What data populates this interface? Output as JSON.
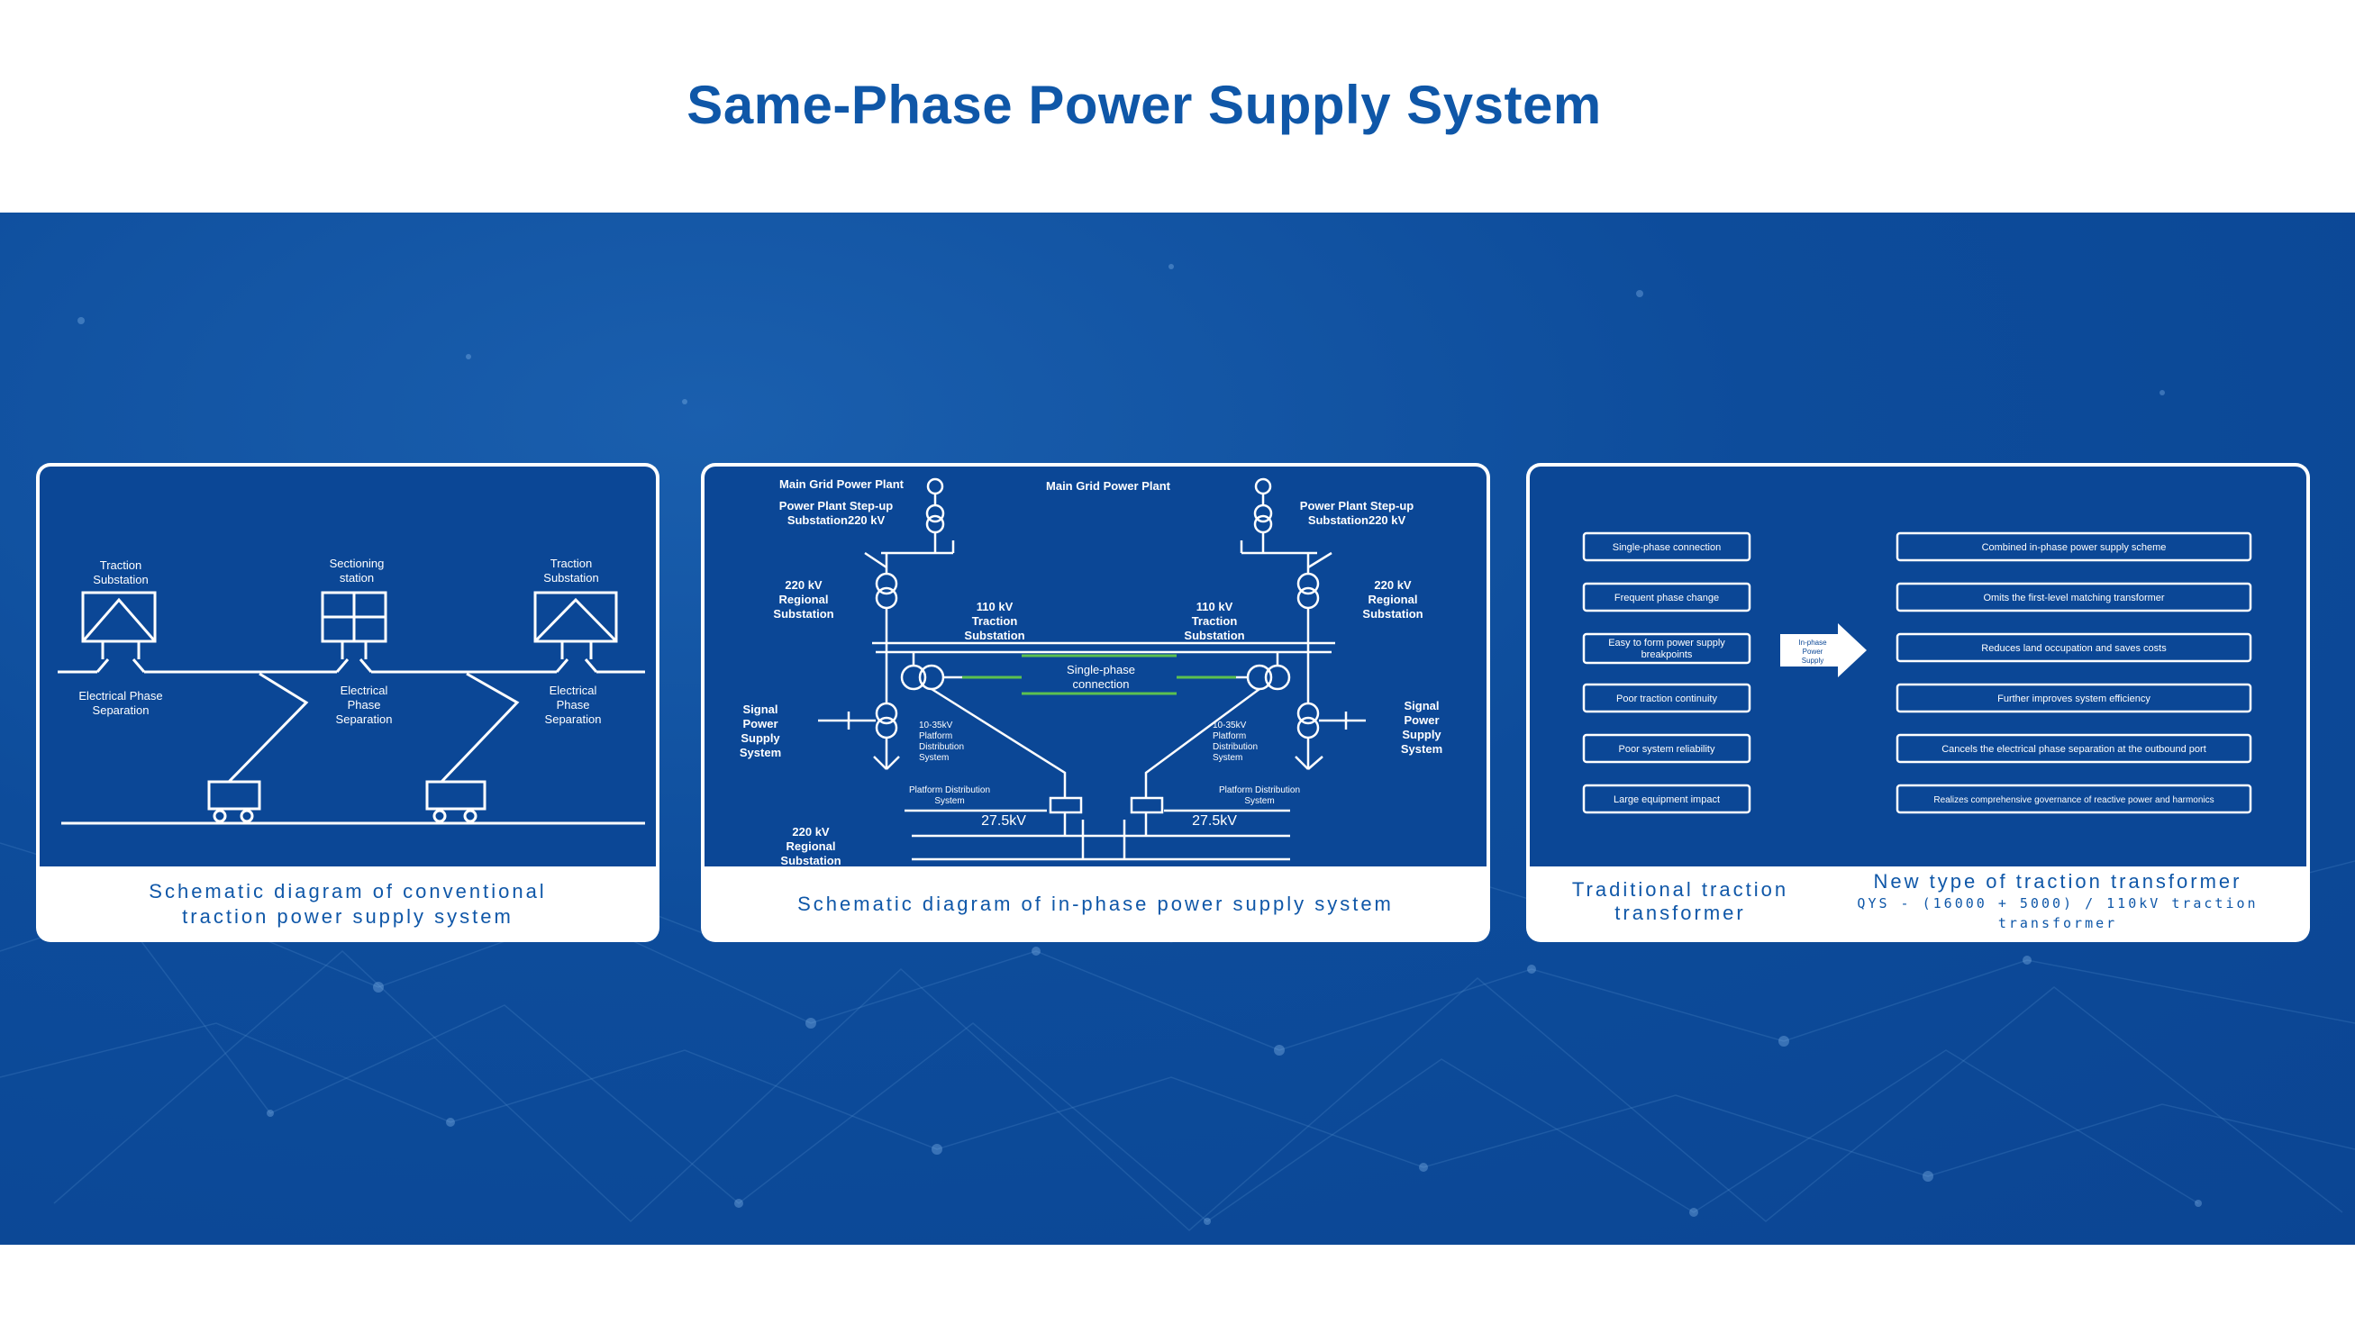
{
  "title": "Same-Phase Power Supply System",
  "colors": {
    "accent": "#0f57a8",
    "panel_bg": "#0b4796",
    "highlight": "#5cc14f"
  },
  "panel1": {
    "caption_line1": "Schematic diagram of conventional",
    "caption_line2": "traction power supply system",
    "ts_left_1": "Traction",
    "ts_left_2": "Substation",
    "sec_1": "Sectioning",
    "sec_2": "station",
    "ts_right_1": "Traction",
    "ts_right_2": "Substation",
    "eps_left_1": "Electrical Phase",
    "eps_left_2": "Separation",
    "eps_mid_1": "Electrical",
    "eps_mid_2": "Phase",
    "eps_mid_3": "Separation",
    "eps_right_1": "Electrical",
    "eps_right_2": "Phase",
    "eps_right_3": "Separation"
  },
  "panel2": {
    "caption": "Schematic diagram of in-phase power supply system",
    "main_grid_left": "Main Grid Power Plant",
    "main_grid_center": "Main Grid Power Plant",
    "stepup_left_1": "Power Plant Step-up",
    "stepup_left_2": "Substation220 kV",
    "stepup_right_1": "Power Plant Step-up",
    "stepup_right_2": "Substation220 kV",
    "reg_left_1": "220 kV",
    "reg_left_2": "Regional",
    "reg_left_3": "Substation",
    "reg_right_1": "220 kV",
    "reg_right_2": "Regional",
    "reg_right_3": "Substation",
    "trac_left_1": "110 kV",
    "trac_left_2": "Traction",
    "trac_left_3": "Substation",
    "trac_right_1": "110 kV",
    "trac_right_2": "Traction",
    "trac_right_3": "Substation",
    "single_1": "Single-phase",
    "single_2": "connection",
    "sig_left_1": "Signal",
    "sig_left_2": "Power",
    "sig_left_3": "Supply",
    "sig_left_4": "System",
    "sig_right_1": "Signal",
    "sig_right_2": "Power",
    "sig_right_3": "Supply",
    "sig_right_4": "System",
    "kv_left_1": "10-35kV",
    "kv_left_2": "Platform",
    "kv_left_3": "Distribution",
    "kv_left_4": "System",
    "kv_right_1": "10-35kV",
    "kv_right_2": "Platform",
    "kv_right_3": "Distribution",
    "kv_right_4": "System",
    "pds_left_1": "Platform Distribution",
    "pds_left_2": "System",
    "pds_right_1": "Platform Distribution",
    "pds_right_2": "System",
    "v_left": "27.5kV",
    "v_right": "27.5kV",
    "reg_bottom_1": "220 kV",
    "reg_bottom_2": "Regional",
    "reg_bottom_3": "Substation"
  },
  "panel3": {
    "caption_left_1": "Traditional traction",
    "caption_left_2": "transformer",
    "caption_right_1": "New type of traction transformer",
    "caption_right_2": "QYS - (16000 + 5000) / 110kV traction transformer",
    "arrow_1": "In-phase",
    "arrow_2": "Power",
    "arrow_3": "Supply",
    "left_items": [
      "Single-phase connection",
      "Frequent phase change",
      "Easy to form power supply breakpoints",
      "Poor traction continuity",
      "Poor system reliability",
      "Large equipment impact"
    ],
    "left_item_2_line1": "Easy to form power supply",
    "left_item_2_line2": "breakpoints",
    "right_items": [
      "Combined in-phase power supply scheme",
      "Omits the first-level matching transformer",
      "Reduces land occupation and saves costs",
      "Further improves system efficiency",
      "Cancels the electrical phase separation at the outbound port",
      "Realizes comprehensive governance of reactive power and harmonics"
    ]
  }
}
